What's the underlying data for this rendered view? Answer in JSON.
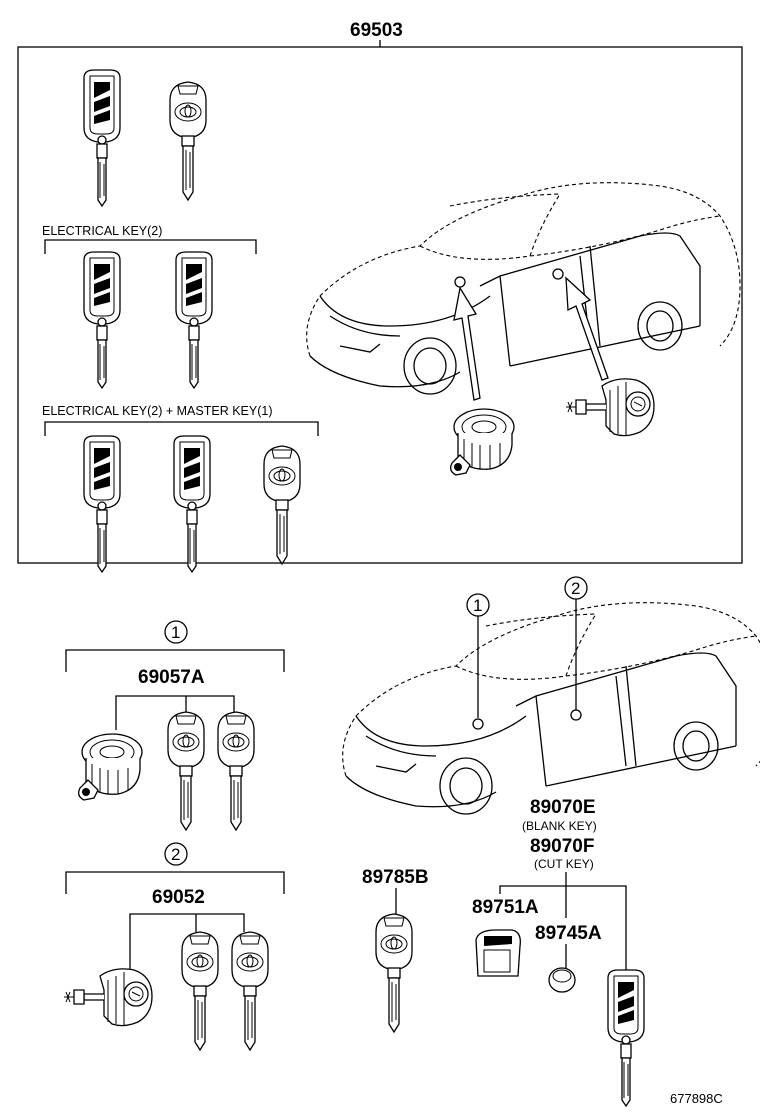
{
  "labels": {
    "top_part": "69503",
    "group1_label": "ELECTRICAL KEY(2)",
    "group2_label": "ELECTRICAL KEY(2) + MASTER KEY(1)",
    "callout_1": "1",
    "callout_2": "2",
    "part_69057A": "69057A",
    "part_69052": "69052",
    "part_89785B": "89785B",
    "part_89070E": "89070E",
    "sub_89070E": "(BLANK KEY)",
    "part_89070F": "89070F",
    "sub_89070F": "(CUT KEY)",
    "part_89751A": "89751A",
    "part_89745A": "89745A",
    "illustration_id": "677898C"
  }
}
